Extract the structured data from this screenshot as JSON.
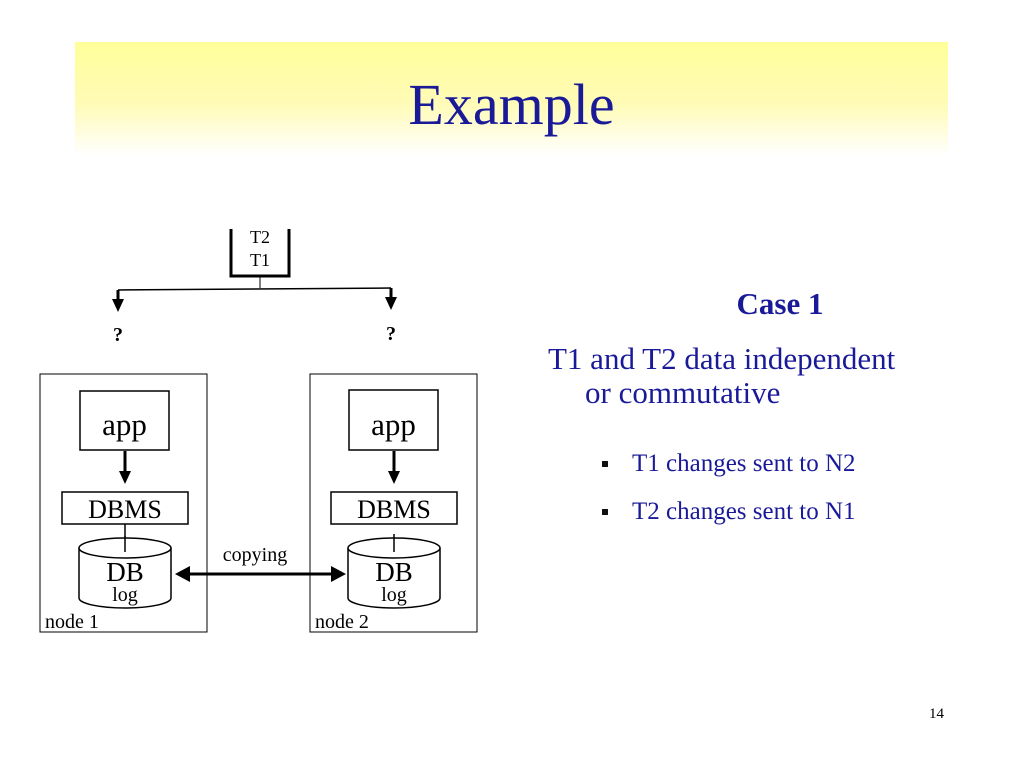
{
  "slide": {
    "title": "Example",
    "page_number": "14"
  },
  "diagram": {
    "queue_top": "T2",
    "queue_bottom": "T1",
    "left_question": "?",
    "right_question": "?",
    "copy_label": "copying",
    "nodes": [
      {
        "app": "app",
        "dbms": "DBMS",
        "db": "DB",
        "log": "log",
        "label": "node 1"
      },
      {
        "app": "app",
        "dbms": "DBMS",
        "db": "DB",
        "log": "log",
        "label": "node 2"
      }
    ]
  },
  "case": {
    "title": "Case 1",
    "line1": "T1 and T2 data independent",
    "line2": "or commutative",
    "bullets": [
      "T1 changes sent to N2",
      "T2 changes sent to N1"
    ]
  }
}
